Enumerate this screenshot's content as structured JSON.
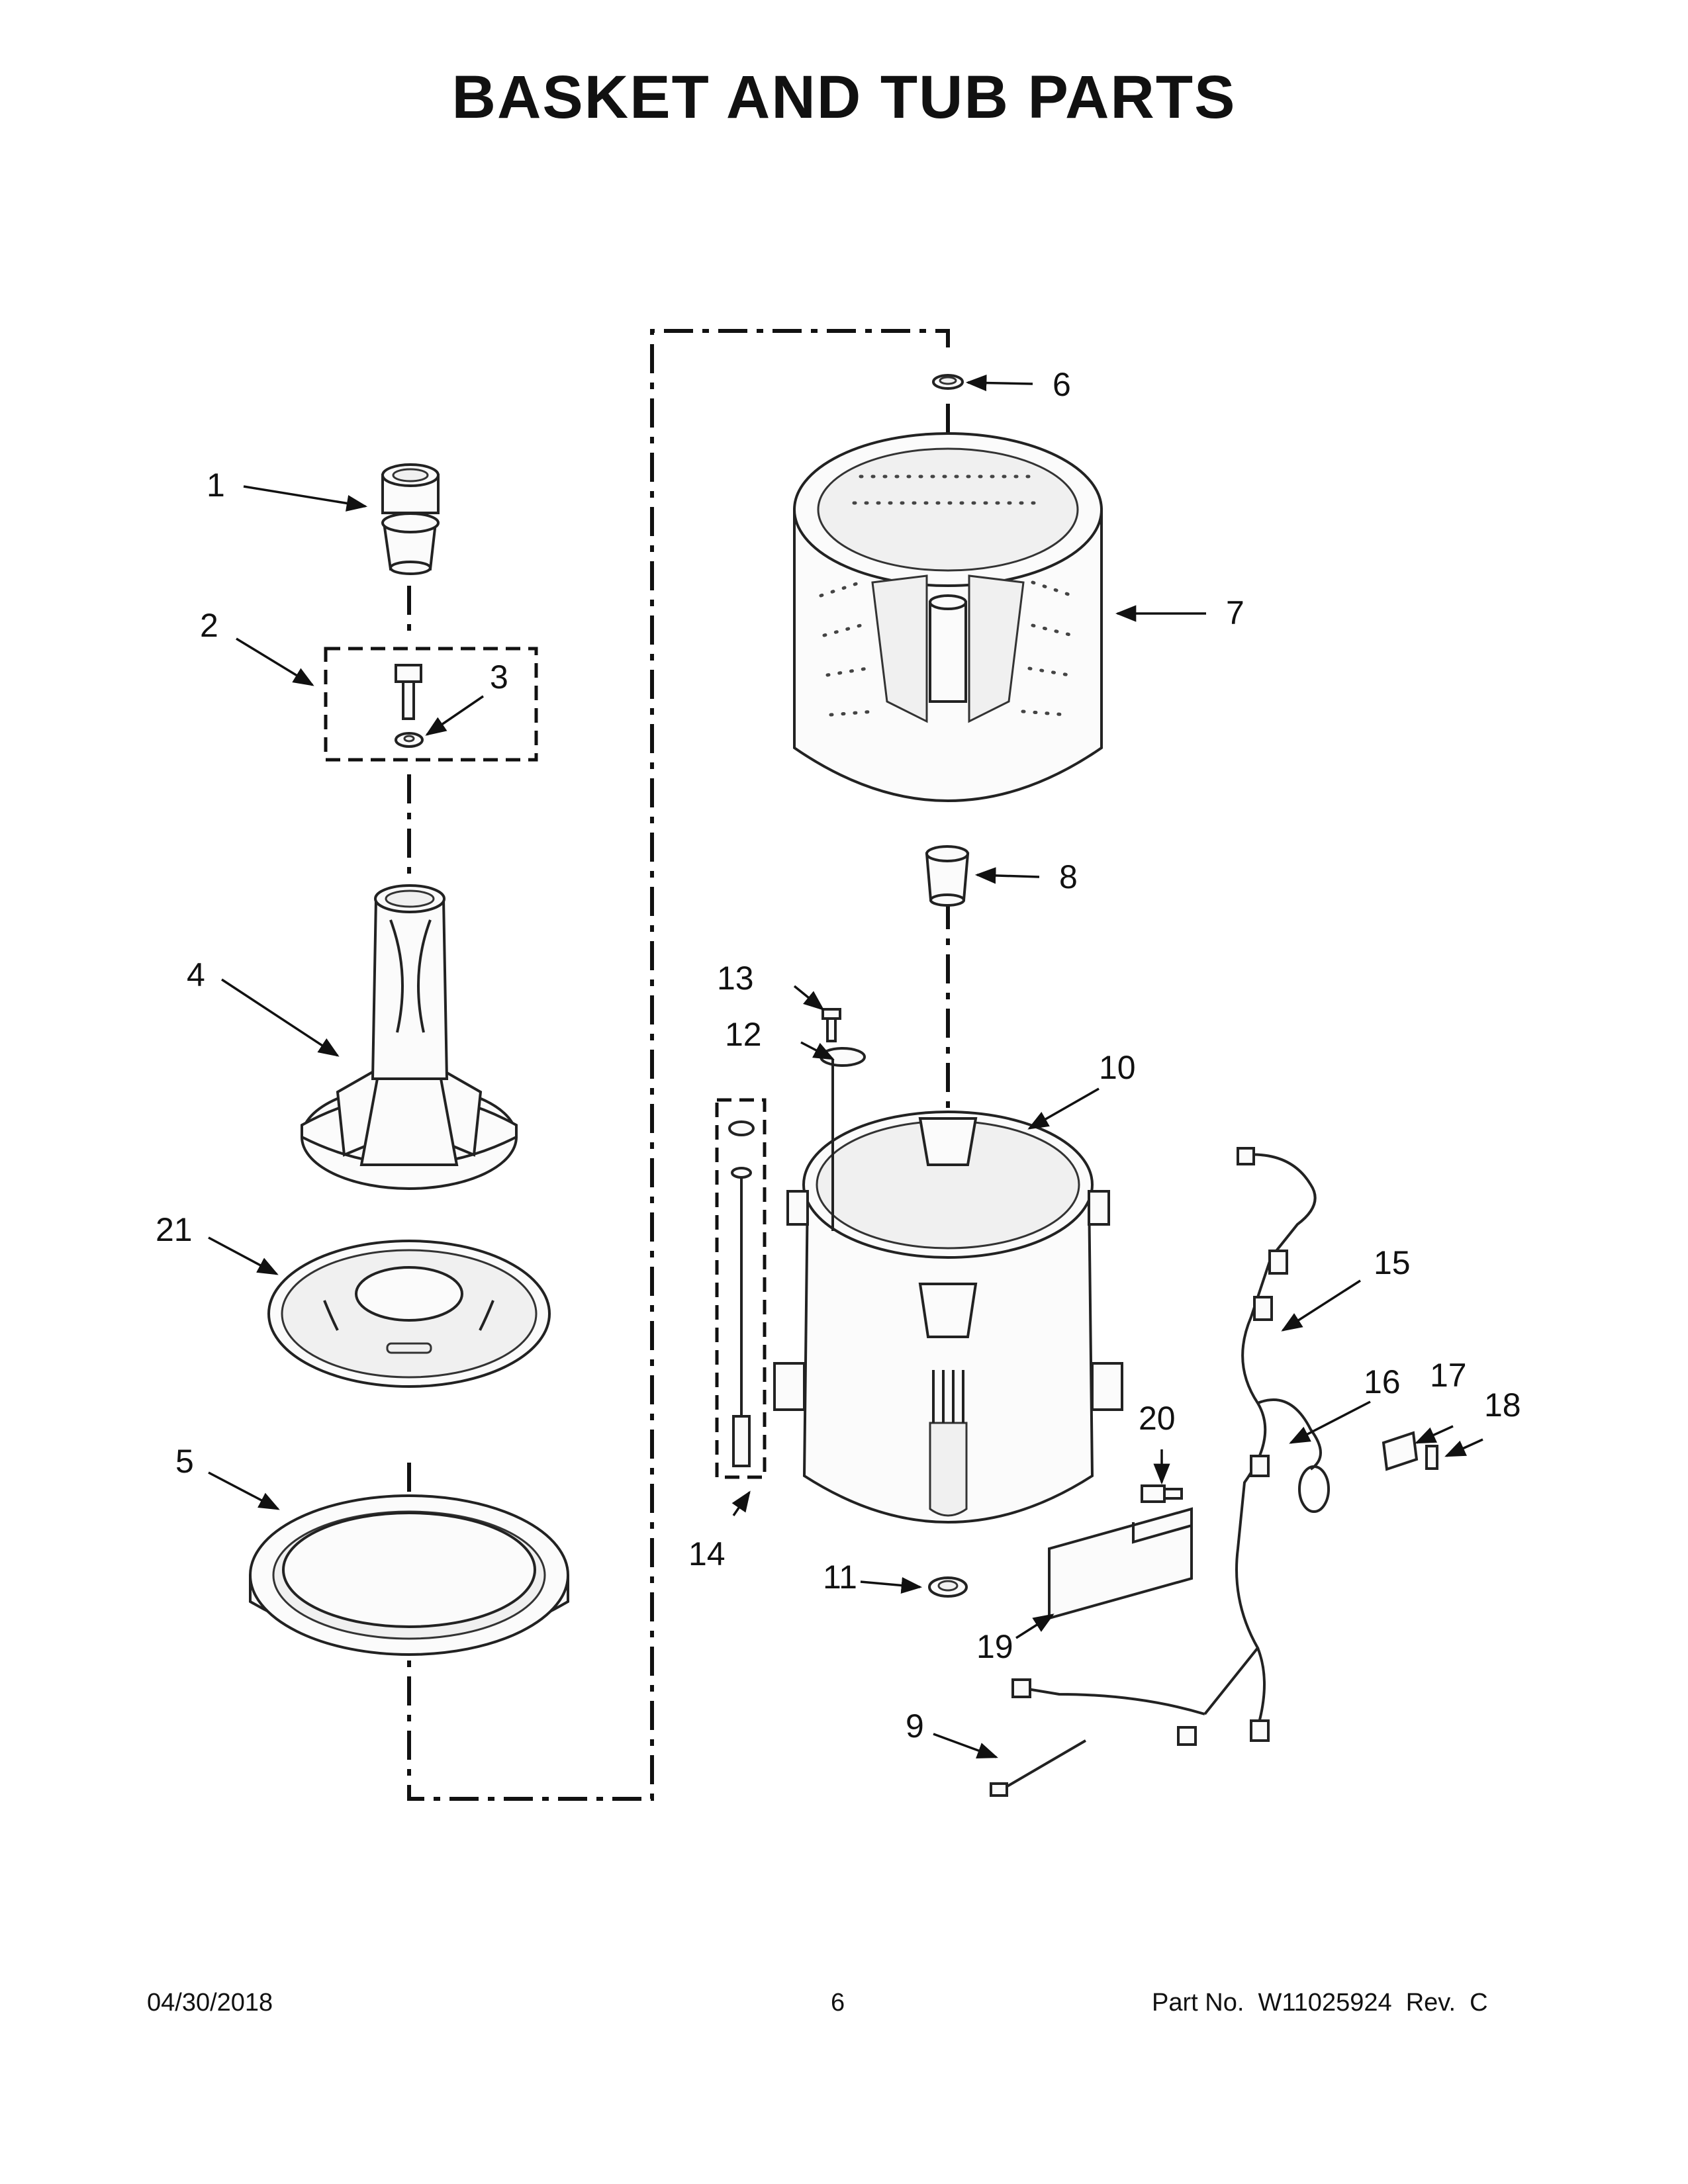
{
  "title": "BASKET AND TUB PARTS",
  "footer": {
    "date": "04/30/2018",
    "page": "6",
    "part": "Part No.  W11025924  Rev.  C"
  },
  "callouts": {
    "c1": "1",
    "c2": "2",
    "c3": "3",
    "c4": "4",
    "c5": "5",
    "c6": "6",
    "c7": "7",
    "c8": "8",
    "c9": "9",
    "c10": "10",
    "c11": "11",
    "c12": "12",
    "c13": "13",
    "c14": "14",
    "c15": "15",
    "c16": "16",
    "c17": "17",
    "c18": "18",
    "c19": "19",
    "c20": "20",
    "c21": "21"
  }
}
